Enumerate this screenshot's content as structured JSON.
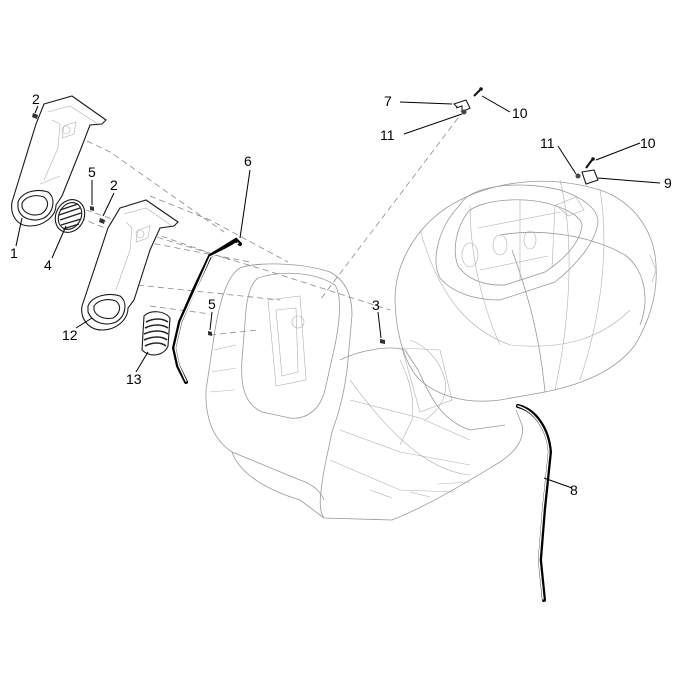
{
  "callouts": [
    "1",
    "2",
    "2",
    "3",
    "4",
    "5",
    "5",
    "6",
    "7",
    "8",
    "9",
    "10",
    "10",
    "11",
    "11",
    "12",
    "13"
  ]
}
